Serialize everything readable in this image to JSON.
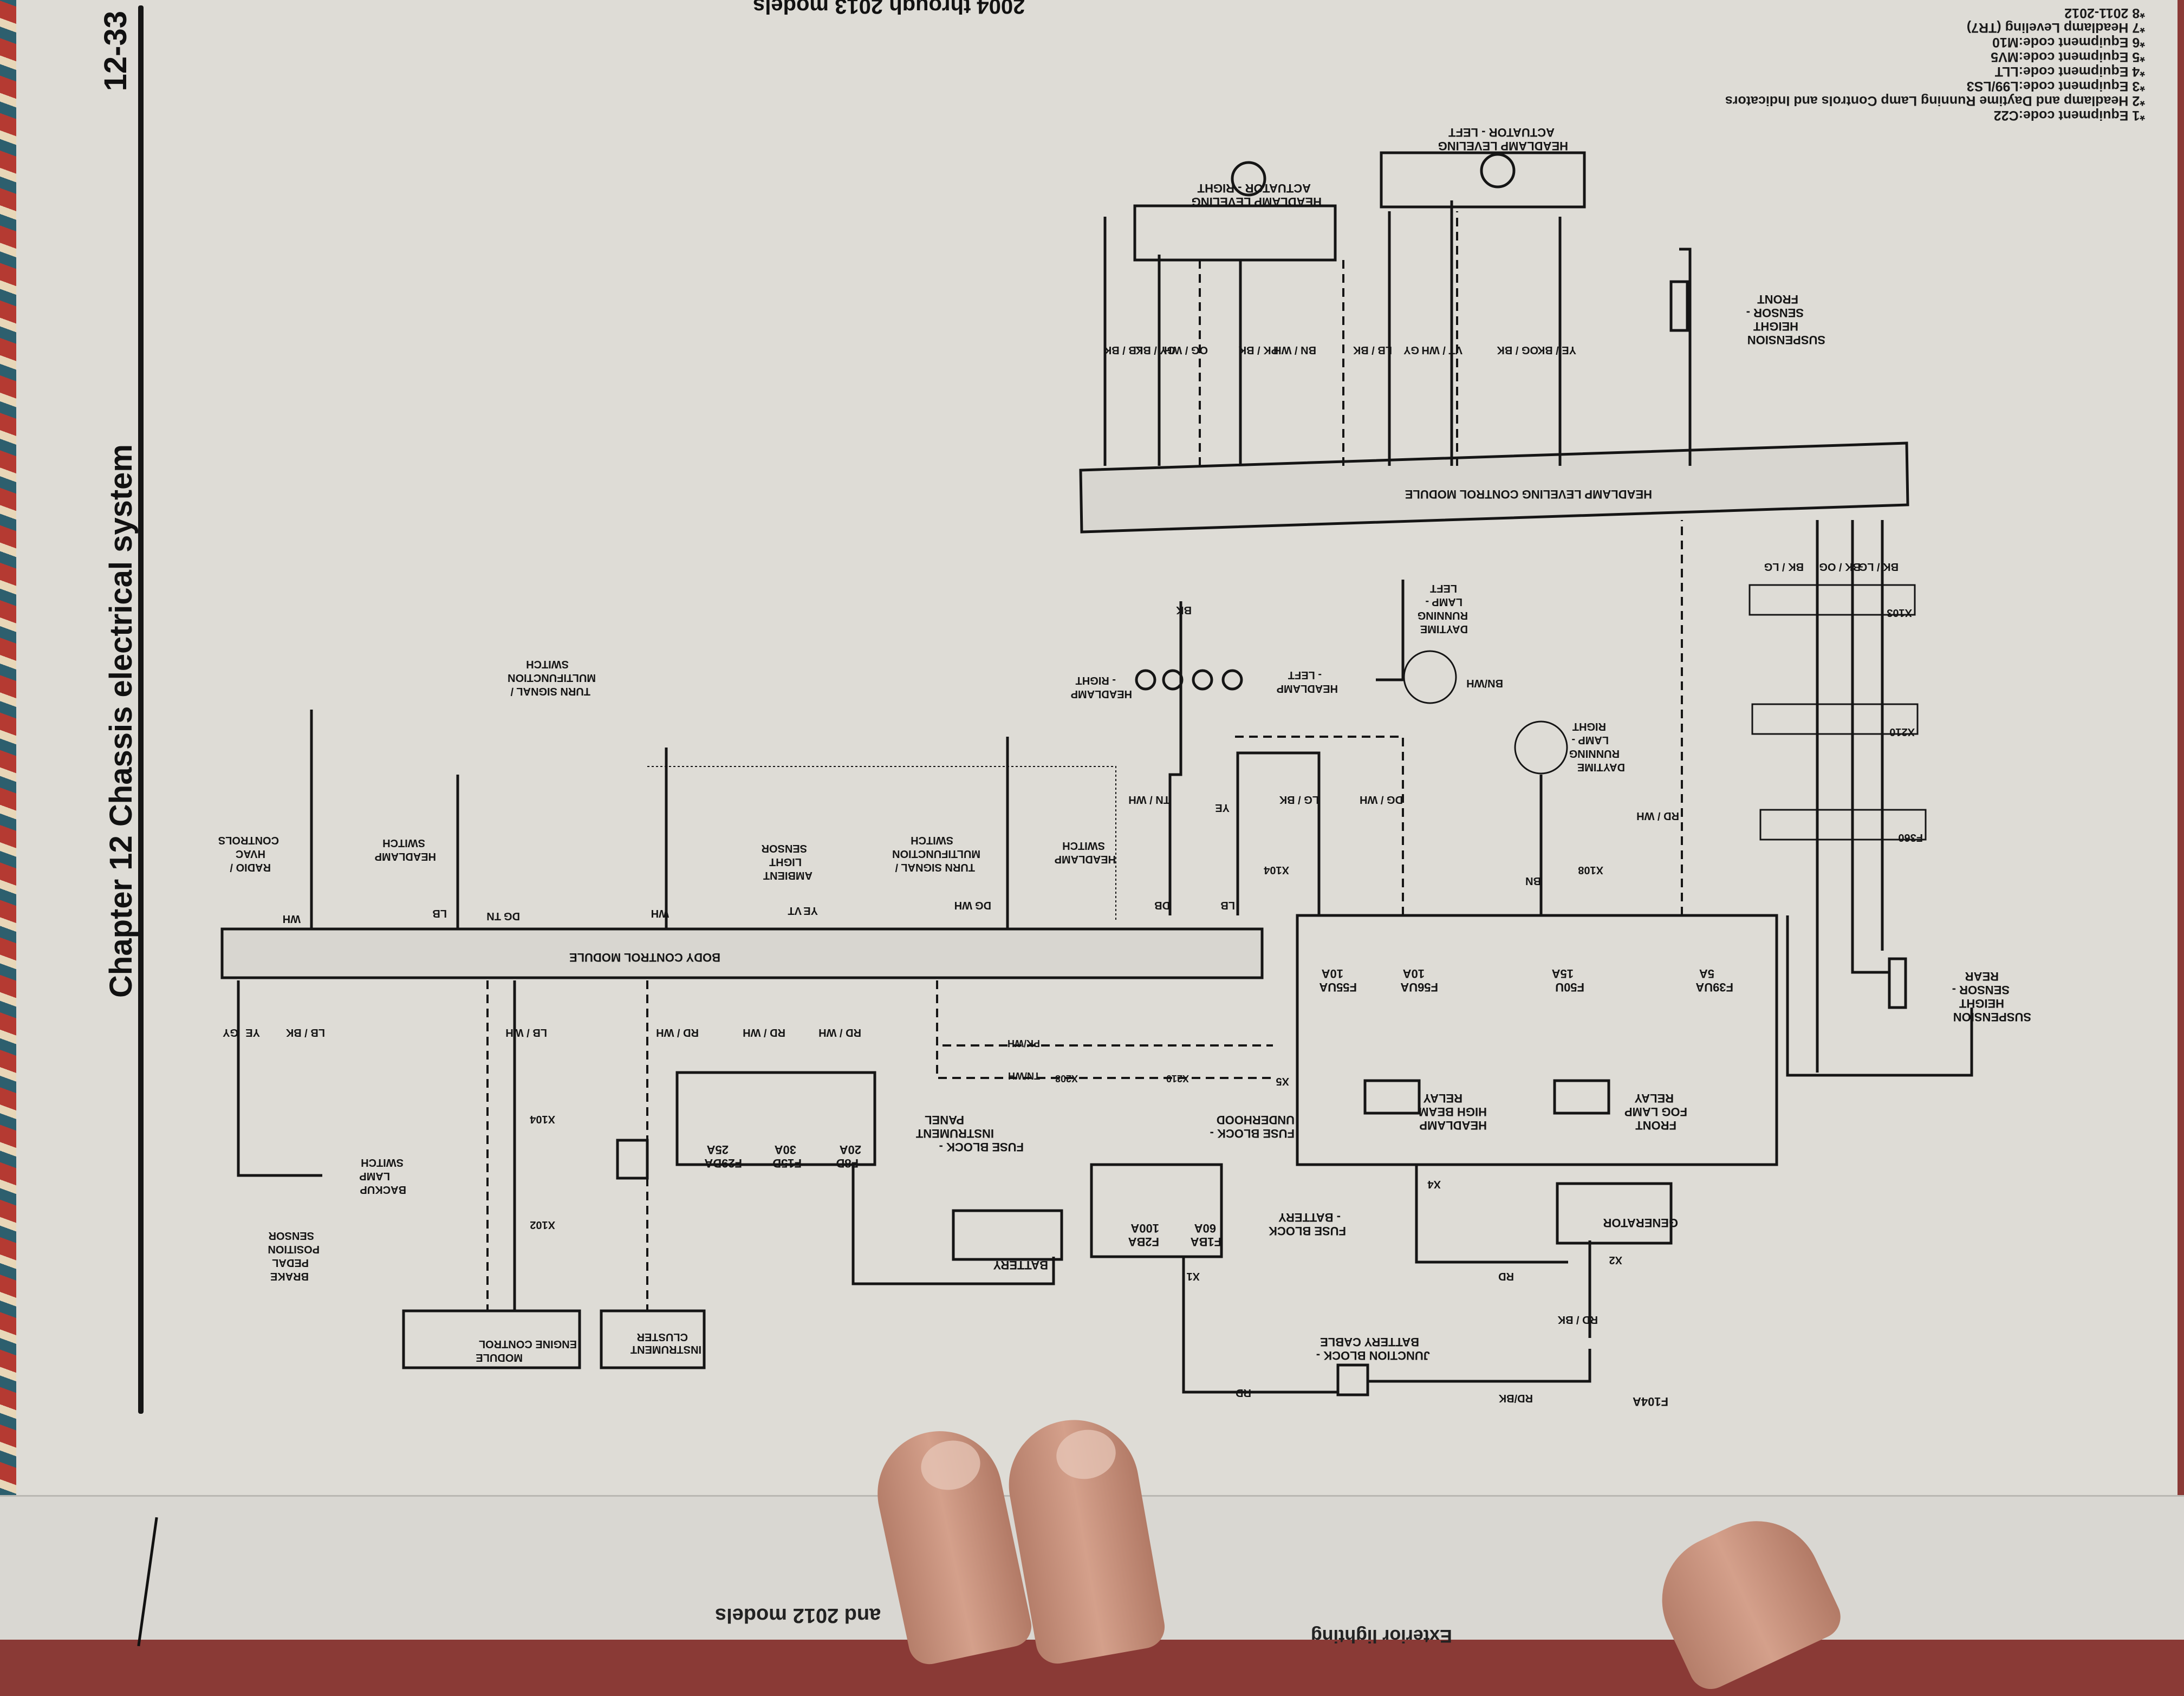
{
  "page": {
    "page_number": "12-33",
    "chapter_title": "Chapter 12  Chassis electrical system",
    "top_caption": "2004 through 2013 models",
    "bottom_caption": "and 2012 models",
    "bottom_caption_2": "Exterior lighting"
  },
  "footnotes": [
    "*1 Equipment code:C22",
    "*2 Headlamp and Daytime Running Lamp Controls and Indicators",
    "*3 Equipment code:L99/LS3",
    "*4 Equipment code:LLT",
    "*5 Equipment code:MV5",
    "*6 Equipment code:M10",
    "*7 Headlamp Leveling (TR7)",
    "*8 2011-2012"
  ],
  "modules": {
    "bcm": "BODY CONTROL MODULE",
    "hlcm": "HEADLAMP LEVELING CONTROL MODULE",
    "ecm": [
      "ENGINE CONTROL",
      "MODULE"
    ],
    "cluster": [
      "INSTRUMENT",
      "CLUSTER"
    ],
    "generator": "GENERATOR",
    "battery": "BATTERY",
    "junction": [
      "JUNCTION BLOCK -",
      "BATTERY CABLE"
    ],
    "fb_battery": [
      "FUSE BLOCK",
      "- BATTERY"
    ],
    "fb_ip": [
      "FUSE BLOCK -",
      "INSTRUMENT",
      "PANEL"
    ],
    "fb_underhood": [
      "FUSE BLOCK -",
      "UNDERHOOD"
    ],
    "hb_relay": [
      "HEADLAMP",
      "HIGH BEAM",
      "RELAY"
    ],
    "fog_relay": [
      "FRONT",
      "FOG LAMP",
      "RELAY"
    ],
    "act_right": [
      "HEADLAMP LEVELING",
      "ACTUATOR - RIGHT"
    ],
    "act_left": [
      "HEADLAMP LEVELING",
      "ACTUATOR - LEFT"
    ],
    "sens_front": [
      "SUSPENSION",
      "HEIGHT",
      "SENSOR -",
      "FRONT"
    ],
    "sens_rear": [
      "SUSPENSION",
      "HEIGHT",
      "SENSOR -",
      "REAR"
    ],
    "hl_left": [
      "HEADLAMP",
      "- LEFT"
    ],
    "hl_right": [
      "HEADLAMP",
      "- RIGHT"
    ],
    "drl_left": [
      "DAYTIME",
      "RUNNING",
      "LAMP -",
      "LEFT"
    ],
    "drl_right": [
      "DAYTIME",
      "RUNNING",
      "LAMP -",
      "RIGHT"
    ],
    "hl_switch": [
      "HEADLAMP",
      "SWITCH"
    ],
    "tsm_switch": [
      "TURN SIGNAL /",
      "MULTIFUNCTION",
      "SWITCH"
    ],
    "ambient": [
      "AMBIENT",
      "LIGHT",
      "SENSOR"
    ],
    "tsm_switch2": [
      "TURN SIGNAL /",
      "MULTIFUNCTION",
      "SWITCH"
    ],
    "hl_switch2": [
      "HEADLAMP",
      "SWITCH"
    ],
    "radio": [
      "RADIO /",
      "HVAC",
      "CONTROLS"
    ],
    "brake": [
      "BRAKE",
      "PEDAL",
      "POSITION",
      "SENSOR"
    ],
    "backup": [
      "BACKUP",
      "LAMP",
      "SWITCH"
    ]
  },
  "fuses": [
    {
      "id": "F55UA",
      "rating": "10A"
    },
    {
      "id": "F56UA",
      "rating": "10A"
    },
    {
      "id": "F50U",
      "rating": "15A"
    },
    {
      "id": "F39UA",
      "rating": "5A"
    },
    {
      "id": "F8D",
      "rating": "20A"
    },
    {
      "id": "F15D",
      "rating": "30A"
    },
    {
      "id": "F29DA",
      "rating": "25A"
    },
    {
      "id": "F1BA",
      "rating": "60A"
    },
    {
      "id": "F2BA",
      "rating": "100A"
    },
    {
      "id": "F104A",
      "rating": ""
    }
  ],
  "connectors": [
    "X103",
    "X210",
    "F360",
    "X104",
    "X108",
    "X208",
    "X210",
    "X102",
    "X104",
    "X1",
    "X2",
    "X4",
    "X5"
  ],
  "wire_colors": {
    "bcm_top": [
      "WH",
      "LB",
      "DG",
      "TN",
      "WH",
      "VT",
      "YE",
      "WH",
      "DG",
      "DB",
      "LB"
    ],
    "bcm_bottom": [
      "GY",
      "YE",
      "LB / BK",
      "LB / WH",
      "RD / WH",
      "RD / WH",
      "RD / WH",
      "PK/WH",
      "TN/WH"
    ],
    "rear_sensor": [
      "BK / LG",
      "BK / OG",
      "BK / LG"
    ],
    "power": [
      "RD",
      "RD / BK",
      "RD/BK",
      "RD"
    ],
    "drl": [
      "BN",
      "BN/WH",
      "RD / WH",
      "DG / WH",
      "LG / BK",
      "TN / WH",
      "YE",
      "BK"
    ],
    "actuator_right": [
      "LB / BK",
      "GY / BK",
      "OG / WH",
      "PK / BK",
      "BN / WH"
    ],
    "actuator_left": [
      "LB / BK",
      "GY",
      "VT / WH",
      "OG / BK",
      "YE / BK"
    ]
  },
  "colors": {
    "paper": "#dedcd6",
    "ink": "#151515",
    "module_fill": "#d8d6d0"
  }
}
